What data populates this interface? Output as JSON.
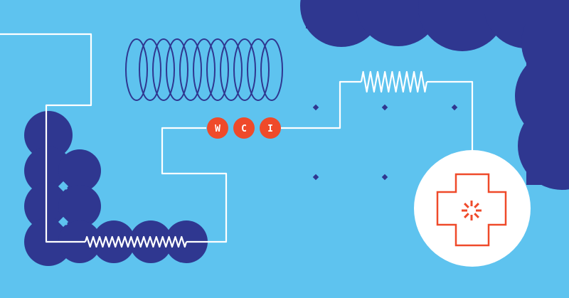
{
  "badges": [
    {
      "letter": "W"
    },
    {
      "letter": "C"
    },
    {
      "letter": "I"
    }
  ],
  "colors": {
    "background": "#5ec3ef",
    "navy": "#2f3790",
    "accent": "#ef4a2a",
    "wire": "#ffffff"
  },
  "icons": {
    "emblem": "medical-cross-icon"
  }
}
